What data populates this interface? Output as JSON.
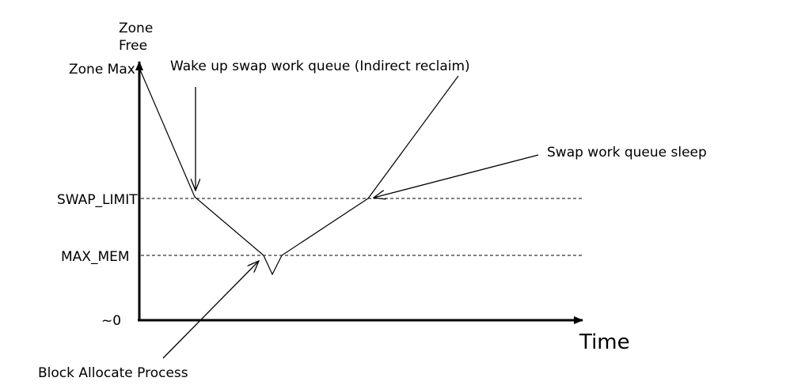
{
  "axes": {
    "y_label_line1": "Zone",
    "y_label_line2": "Free",
    "x_label": "Time"
  },
  "levels": {
    "zone_max": "Zone Max",
    "swap_limit": "SWAP_LIMIT",
    "max_mem": "MAX_MEM",
    "zero": "~0"
  },
  "annotations": {
    "wake_up": "Wake up swap work queue (Indirect reclaim)",
    "sleep": "Swap work queue sleep",
    "block_allocate": "Block Allocate Process"
  }
}
